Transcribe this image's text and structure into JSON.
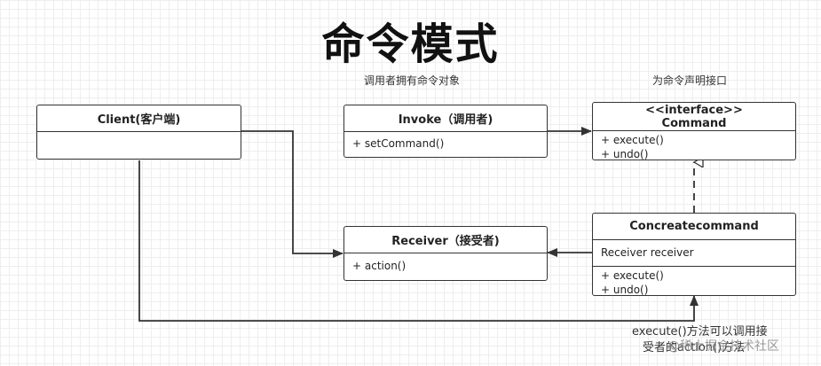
{
  "title": "命令模式",
  "notes": {
    "invoker": "调用者拥有命令对象",
    "command": "为命令声明接口",
    "execute_line1": "execute()方法可以调用接",
    "execute_line2": "受者的action()方法"
  },
  "classes": {
    "client": {
      "name": "Client(客户端)"
    },
    "invoke": {
      "name": "Invoke（调用者)",
      "methods": [
        "+ setCommand()"
      ]
    },
    "command": {
      "stereotype": "<<interface>>",
      "name": "Command",
      "methods": [
        "+ execute()",
        "+ undo()"
      ]
    },
    "receiver": {
      "name": "Receiver（接受者)",
      "methods": [
        "+ action()"
      ]
    },
    "concrete": {
      "name": "Concreatecommand",
      "attributes": [
        "Receiver receiver"
      ],
      "methods": [
        "+ execute()",
        "+ undo()"
      ]
    }
  },
  "watermark": "@稀土掘金技术社区"
}
